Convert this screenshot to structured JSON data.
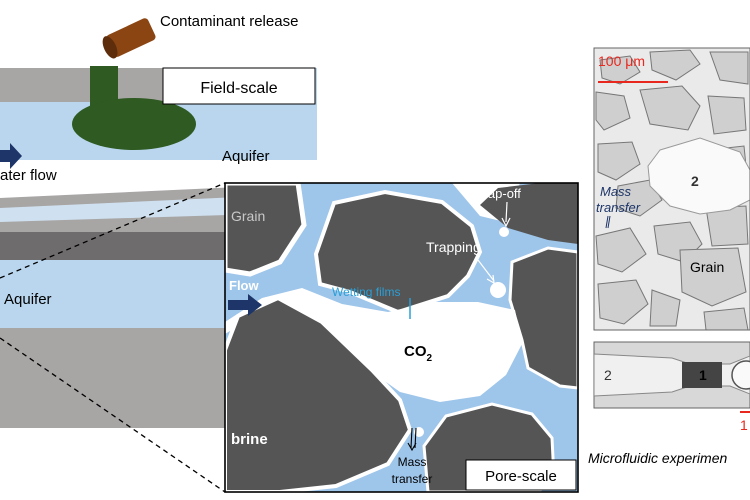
{
  "field": {
    "contaminant_label": "Contaminant release",
    "scale_label": "Field-scale",
    "aquifer_top_label": "Aquifer",
    "flow_label": "ater flow",
    "aquifer_bottom_label": "Aquifer"
  },
  "pore": {
    "grain_label": "Grain",
    "snapoff_label": "Snap-off",
    "trapping_label": "Trapping",
    "flow_label": "Flow",
    "wetting_label": "Wetting films",
    "co2_label": "CO",
    "co2_subscript": "2",
    "brine_label": "brine",
    "mass_line1": "Mass",
    "mass_line2": "transfer",
    "scale_label": "Pore-scale"
  },
  "micro": {
    "scalebar_label": "100 μm",
    "region_label": "2",
    "mass_line1": "Mass",
    "mass_line2": "transfer",
    "grain_label": "Grain",
    "capillary_label_left": "2",
    "capillary_label_right": "1",
    "lower_scale_label": "1",
    "caption": "Microfluidic experimen"
  },
  "colors": {
    "water": "#b9d6ee",
    "rock": "#a8a5a5",
    "rock_dark": "#6e6c6c",
    "plume": "#2f5a22",
    "grain": "#555555",
    "pore_water": "#9ec5ea",
    "arrow": "#1d3568",
    "wetting": "#2a9fd6",
    "scalebar": "#e8281e"
  }
}
